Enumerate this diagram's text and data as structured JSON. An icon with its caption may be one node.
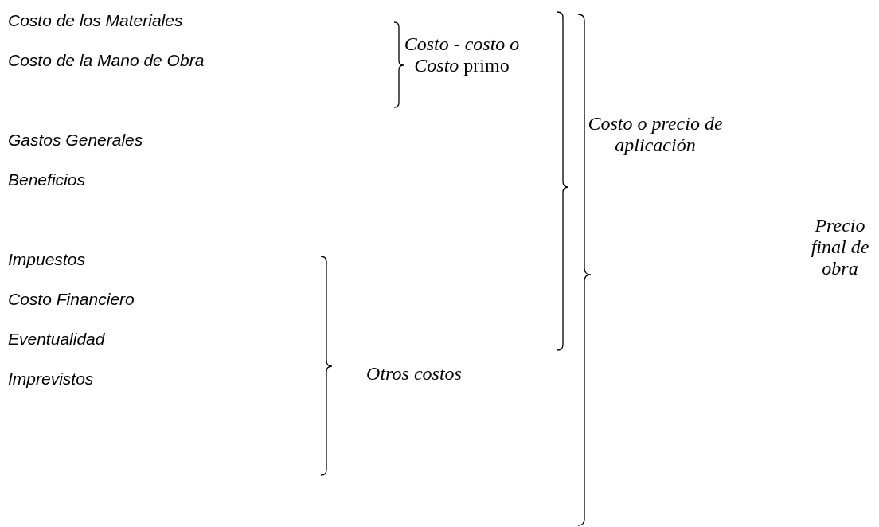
{
  "diagram": {
    "labels": [
      "Costo de los Materiales",
      "Costo de la Mano de Obra",
      "Gastos Generales",
      "Beneficios",
      "Impuestos",
      "Costo Financiero",
      "Eventualidad",
      "Imprevistos",
      "*Costo - costo o Costo* primo",
      "Costo o precio de aplicación",
      "Otros costos",
      "Precio final de obra"
    ]
  }
}
